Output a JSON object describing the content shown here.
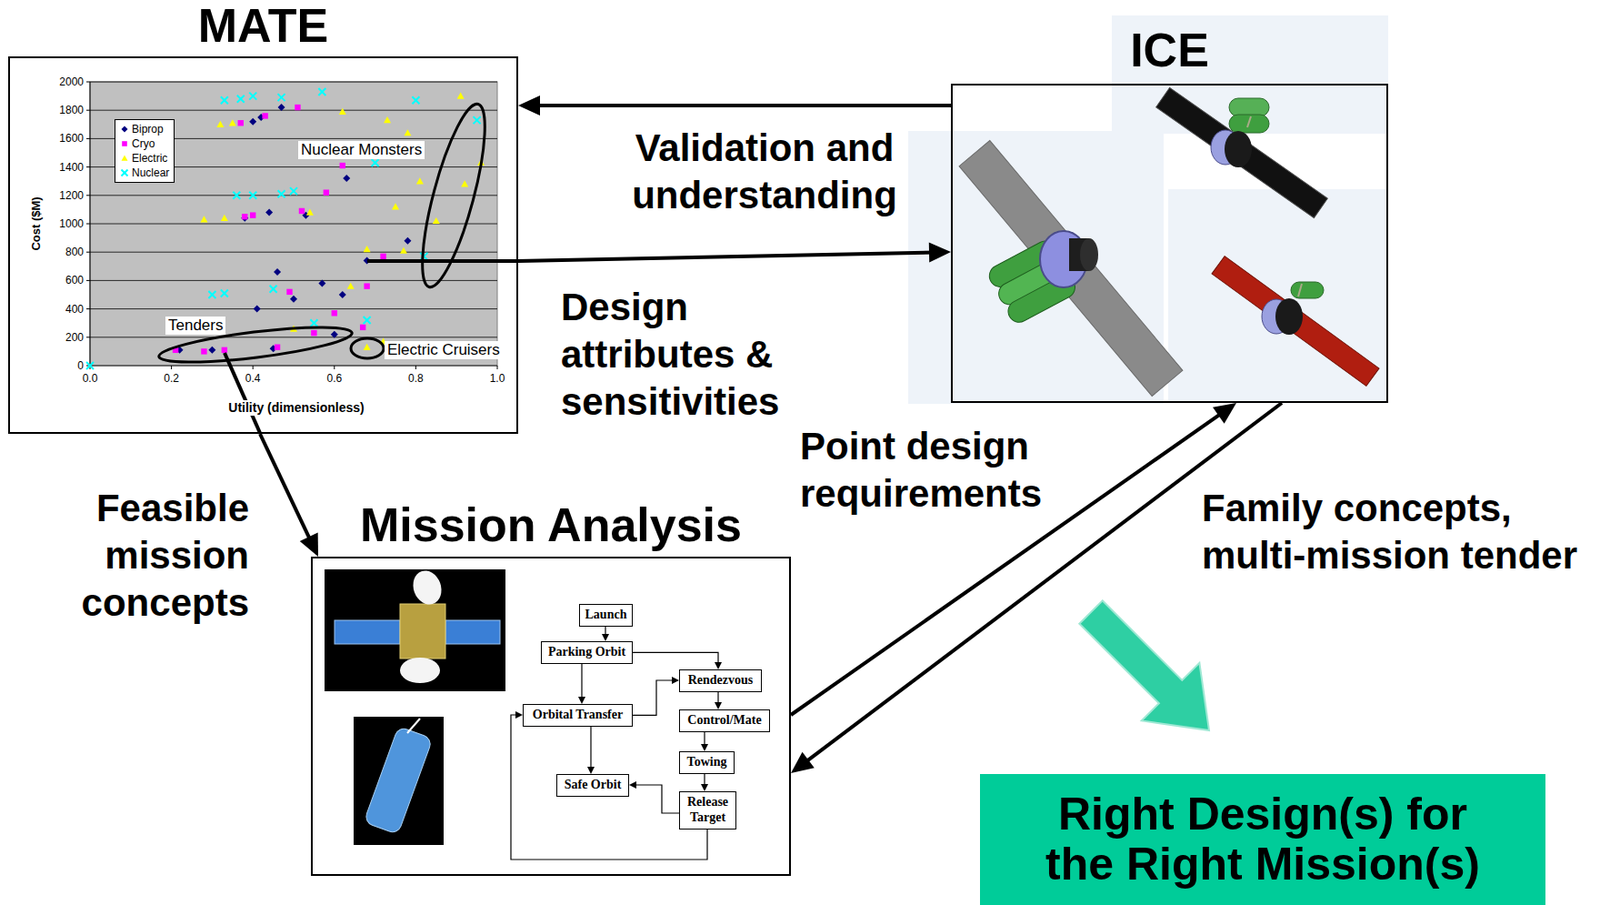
{
  "diagram": {
    "nodes": [
      {
        "text": [
          "MATE"
        ]
      },
      {
        "text": [
          "ICE"
        ]
      },
      {
        "text": [
          "Mission Analysis"
        ]
      },
      {
        "text": [
          "Launch"
        ],
        "in": 2
      },
      {
        "text": [
          "Parking Orbit"
        ],
        "in": 2
      },
      {
        "text": [
          "Orbital Transfer"
        ],
        "in": 2
      },
      {
        "text": [
          "Safe Orbit"
        ],
        "in": 2
      },
      {
        "text": [
          "Rendezvous"
        ],
        "in": 2
      },
      {
        "text": [
          "Control/Mate"
        ],
        "in": 2
      },
      {
        "text": [
          "Towing"
        ],
        "in": 2
      },
      {
        "text": [
          "Release Target"
        ],
        "in": 2
      },
      {
        "text": [
          "Right Design(s) for the Right Mission(s)"
        ]
      }
    ],
    "edges": [
      {
        "from": 1,
        "to": 0,
        "arrow": "to",
        "label": "Validation and understanding"
      },
      {
        "from": 0,
        "to": 1,
        "arrow": "to",
        "label": "Design attributes & sensitivities"
      },
      {
        "from": 0,
        "to": 2,
        "arrow": "to",
        "label": "Feasible mission concepts"
      },
      {
        "from": 2,
        "to": 1,
        "arrow": "to",
        "label": "Point design requirements"
      },
      {
        "from": 1,
        "to": 2,
        "arrow": "to",
        "label": "Family concepts, multi-mission tender"
      },
      {
        "from": 3,
        "to": 4,
        "arrow": "to"
      },
      {
        "from": 4,
        "to": 7,
        "arrow": "to"
      },
      {
        "from": 4,
        "to": 5,
        "arrow": "to"
      },
      {
        "from": 5,
        "to": 6,
        "arrow": "to"
      },
      {
        "from": 5,
        "to": 7,
        "arrow": "to"
      },
      {
        "from": 7,
        "to": 8,
        "arrow": "to"
      },
      {
        "from": 8,
        "to": 9,
        "arrow": "to"
      },
      {
        "from": 9,
        "to": 10,
        "arrow": "to"
      },
      {
        "from": 10,
        "to": 6,
        "arrow": "to"
      },
      {
        "from": 10,
        "to": 5,
        "arrow": "to"
      }
    ],
    "labels": [
      "2000",
      "1800",
      "1600",
      "1400",
      "1200",
      "1000",
      "800",
      "600",
      "400",
      "200",
      "0",
      "0.0",
      "0.2",
      "0.4",
      "0.6",
      "0.8",
      "1.0",
      "Cost ($M)",
      "Utility (dimensionless)",
      "Nuclear Monsters",
      "Tenders",
      "Electric Cruisers"
    ],
    "legend": [
      {
        "text": "Biprop"
      },
      {
        "text": "Cryo"
      },
      {
        "text": "Electric"
      },
      {
        "text": "Nuclear"
      }
    ]
  }
}
